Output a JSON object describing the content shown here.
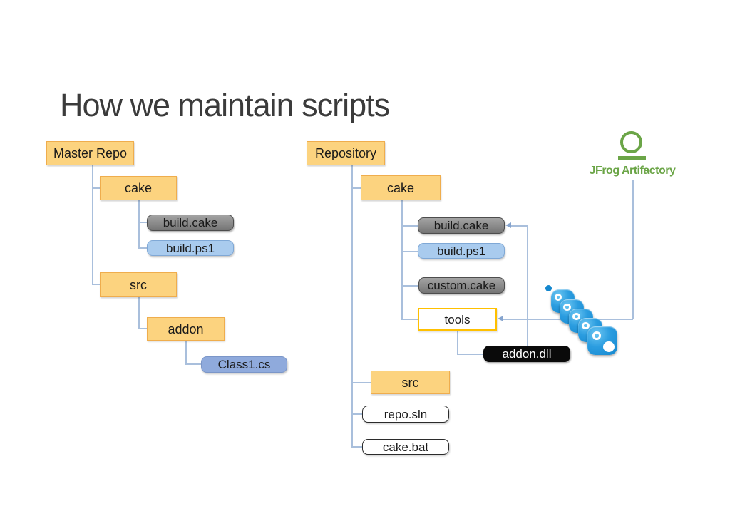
{
  "title": "How we maintain scripts",
  "master_tree": {
    "root": "Master Repo",
    "cake_folder": "cake",
    "build_cake_file": "build.cake",
    "build_ps1_file": "build.ps1",
    "src_folder": "src",
    "addon_folder": "addon",
    "class1_file": "Class1.cs"
  },
  "repository_tree": {
    "root": "Repository",
    "cake_folder": "cake",
    "build_cake_file": "build.cake",
    "build_ps1_file": "build.ps1",
    "custom_cake_file": "custom.cake",
    "tools_folder": "tools",
    "addon_dll_file": "addon.dll",
    "src_folder": "src",
    "repo_sln_file": "repo.sln",
    "cake_bat_file": "cake.bat"
  },
  "artifactory": {
    "label": "JFrog Artifactory"
  },
  "icons": {
    "artifactory_logo": "jfrog-ring-icon",
    "package_cluster": "package-cube-icons"
  },
  "connections": [
    {
      "from": "addon.dll",
      "to": "build.cake"
    },
    {
      "from": "JFrog Artifactory",
      "to": "tools"
    }
  ],
  "colors": {
    "title_color": "#3b3b3b",
    "folder_fill": "#FCD37F",
    "folder_border": "#EFAD4D",
    "gray_border": "#4d4d4d",
    "blue_fill": "#A9CBEE",
    "blue_border": "#7FA8D6",
    "class_fill": "#8FAADC",
    "class_border": "#7B96C8",
    "black_fill": "#0a0a0a",
    "white_border": "#2b2b2b",
    "tools_border": "#FFC000",
    "connector": "#A9BFDC",
    "arrow": "#86A4CE",
    "green": "#6BA547",
    "package_blue": "#1487CE"
  }
}
